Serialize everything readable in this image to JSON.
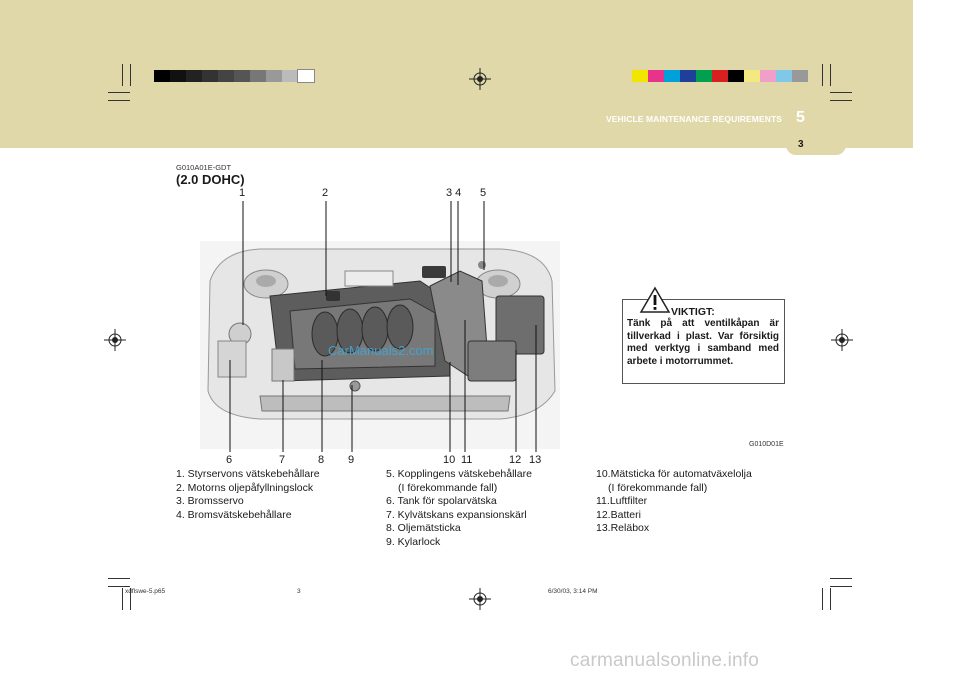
{
  "header": {
    "title": "VEHICLE MAINTENANCE REQUIREMENTS",
    "chapter": "5",
    "page": "3"
  },
  "section": {
    "code": "G010A01E-GDT",
    "heading": "(2.0 DOHC)"
  },
  "figure": {
    "image_code": "G010D01E",
    "callouts_top": [
      "1",
      "2",
      "3 4",
      "5"
    ],
    "callouts_bottom": [
      "6",
      "7",
      "8",
      "9",
      "10",
      "11",
      "12",
      "13"
    ],
    "watermark": "CarManuals2.com"
  },
  "captions": {
    "col1": [
      "1. Styrservons vätskebehållare",
      "2. Motorns oljepåfyllningslock",
      "3. Bromsservo",
      "4. Bromsvätskebehållare"
    ],
    "col2": [
      "5. Kopplingens vätskebehållare",
      "(I förekommande fall)",
      "6. Tank för spolarvätska",
      "7. Kylvätskans expansionskärl",
      "8. Oljemätsticka",
      "9. Kylarlock"
    ],
    "col3": [
      "10.Mätsticka för automatväxelolja",
      "(I förekommande fall)",
      "11.Luftfilter",
      "12.Batteri",
      "13.Reläbox"
    ]
  },
  "warning": {
    "title": "VIKTIGT:",
    "body": "Tänk på att ventilkåpan är tillverkad i plast. Var försiktig med verktyg i samband med arbete i motorrummet."
  },
  "footer": {
    "file": "xdflswe-5.p65",
    "page": "3",
    "timestamp": "6/30/03, 3:14 PM"
  },
  "site_watermark": "carmanualsonline.info",
  "colors": {
    "band": "#e0d8a8",
    "swatches_gray": [
      "#000000",
      "#111111",
      "#222222",
      "#333333",
      "#444444",
      "#555555",
      "#777777",
      "#999999",
      "#bbbbbb",
      "#ffffff"
    ],
    "swatches_color": [
      "#f2e600",
      "#e8338a",
      "#00a0d8",
      "#1f3f9a",
      "#00a050",
      "#d82020",
      "#000000",
      "#f4e880",
      "#f0a0c8",
      "#80c8e8",
      "#999999"
    ]
  }
}
